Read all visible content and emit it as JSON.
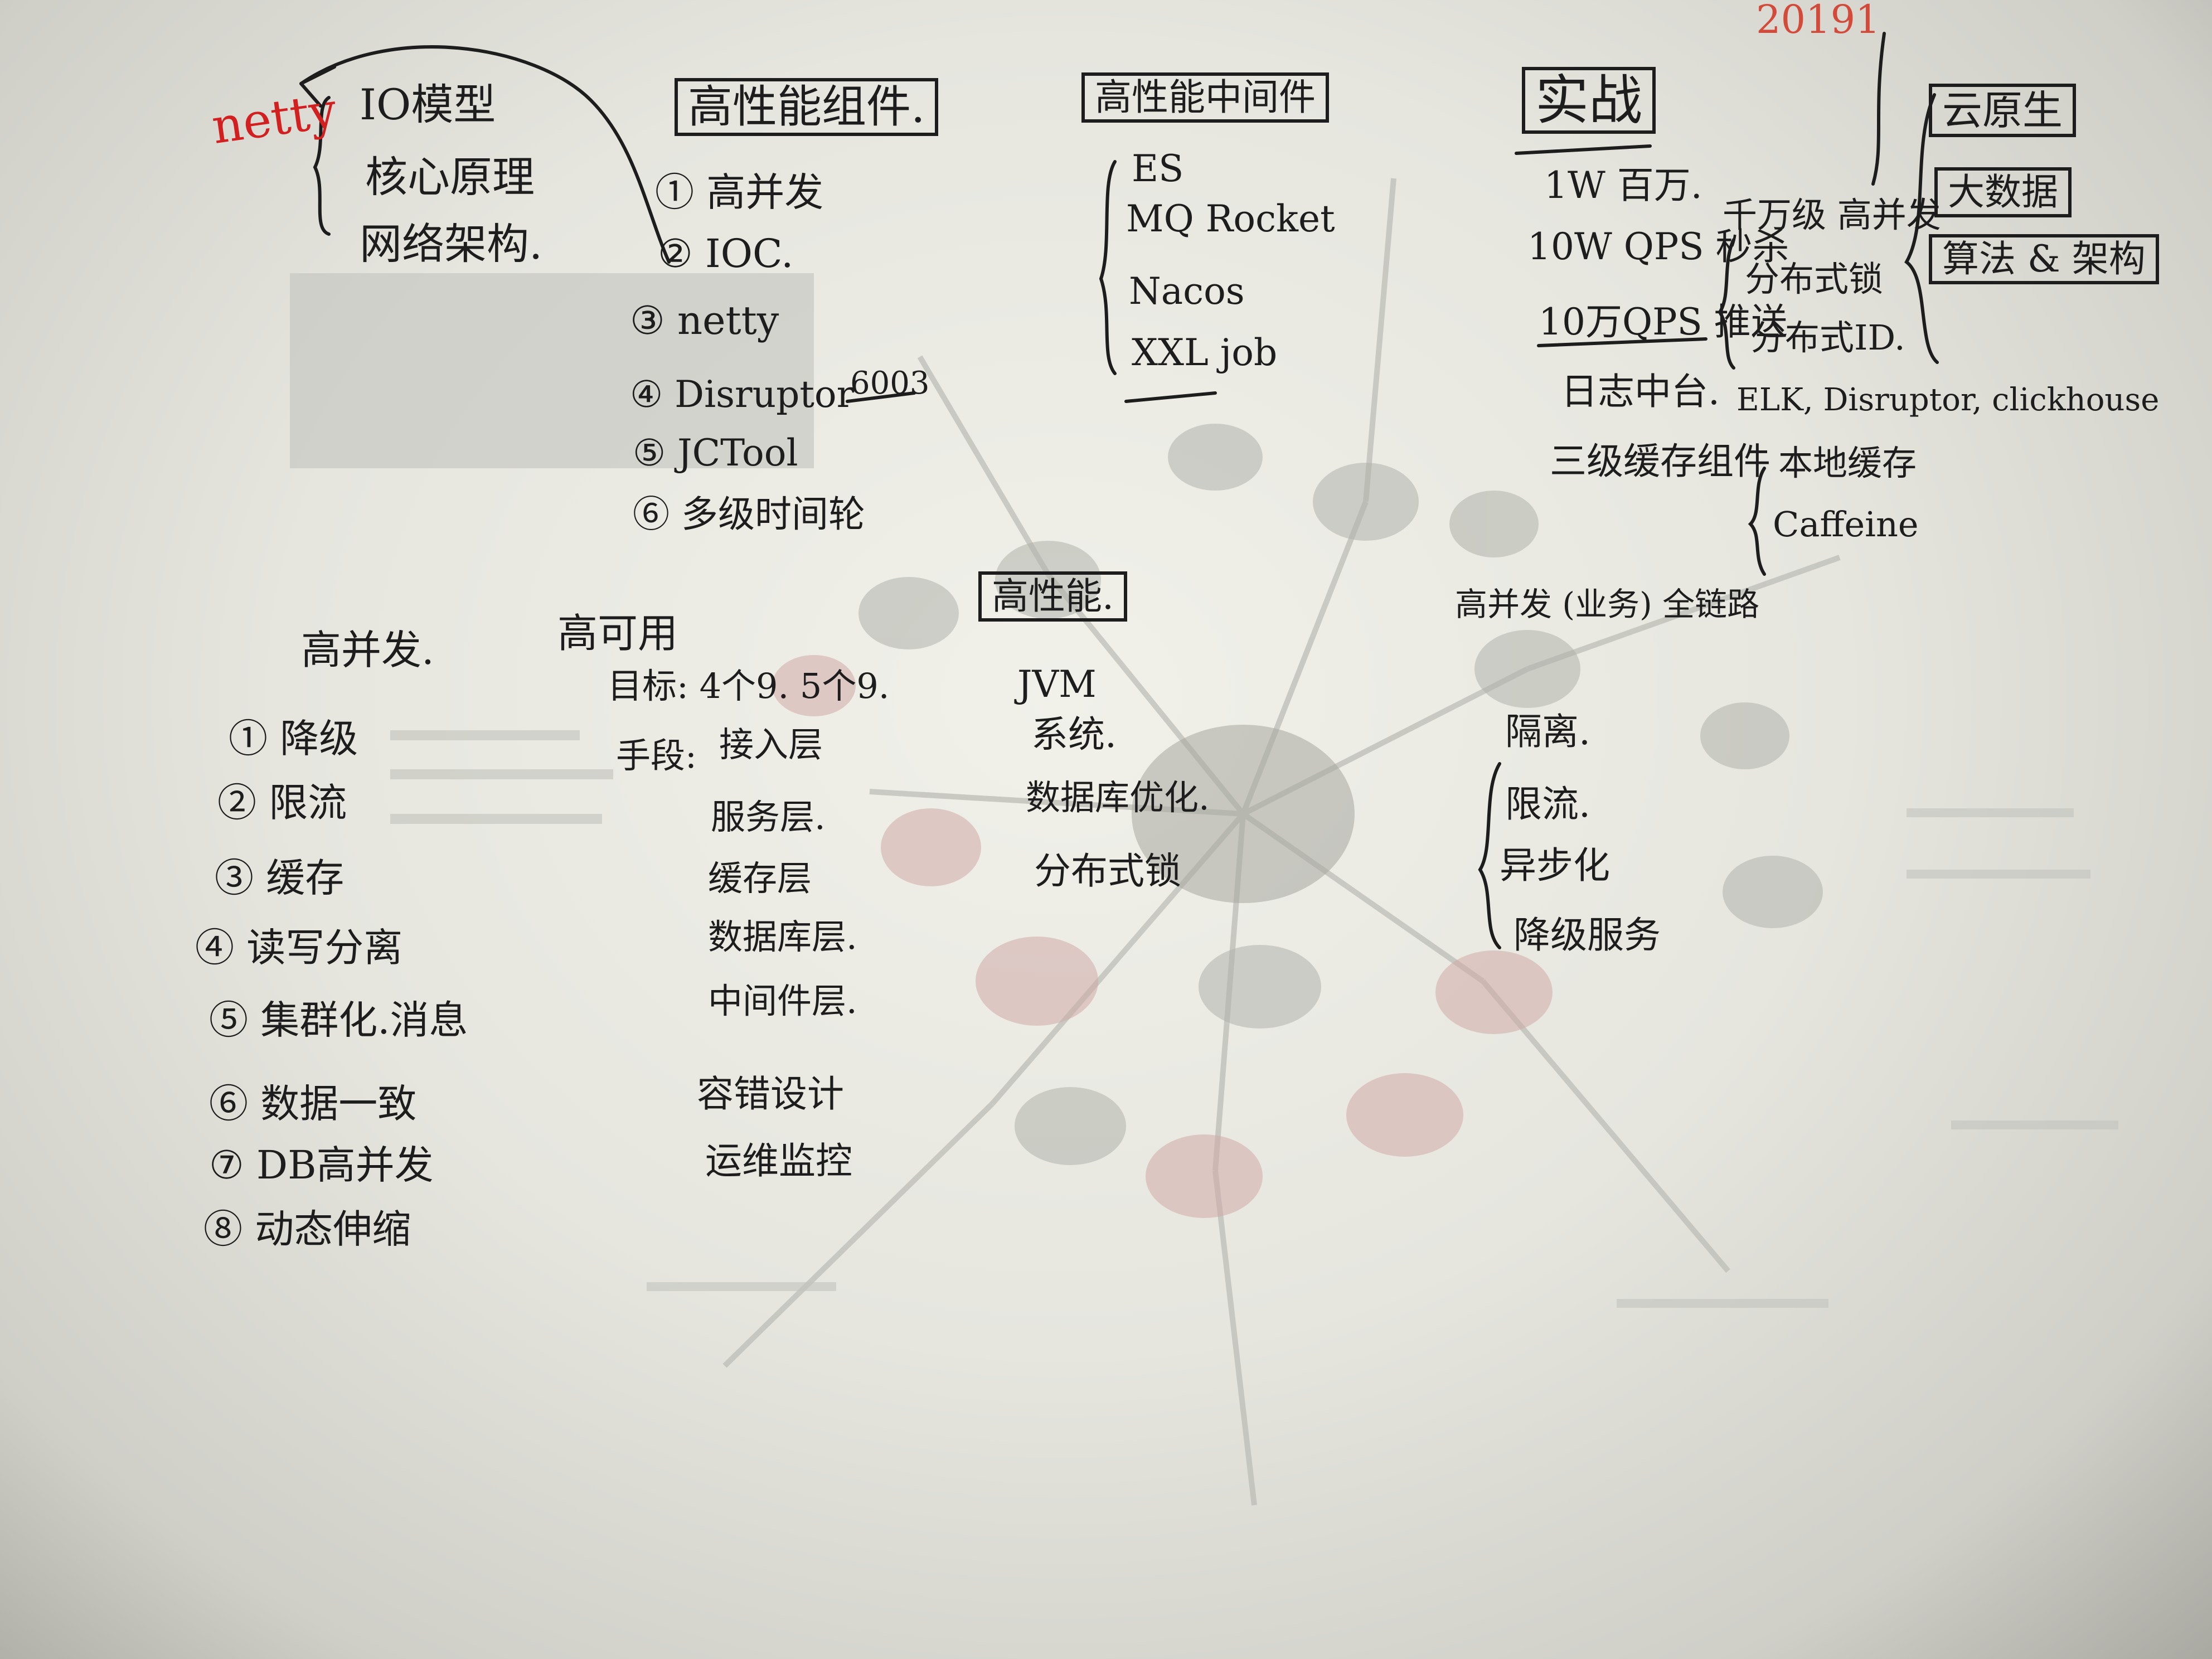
{
  "netty_block": {
    "label": "netty",
    "items": [
      "IO模型",
      "核心原理",
      "网络架构."
    ]
  },
  "gaoxingneng_zujian": {
    "title": "高性能组件.",
    "items": [
      "① 高并发",
      "② IOC.",
      "③ netty",
      "④ Disruptor",
      "⑤ JCTool",
      "⑥ 多级时间轮"
    ],
    "disruptor_note": "6003"
  },
  "zhongjianjian": {
    "title": "高性能中间件",
    "items": [
      "ES",
      "MQ Rocket",
      "Nacos",
      "XXL job"
    ]
  },
  "shizhan": {
    "title": "实战",
    "items": [
      "1W 百万.",
      "10W QPS 秒杀",
      "10万QPS 推送",
      "日志中台.",
      "三级缓存组件"
    ],
    "right_items": [
      "千万级 高并发",
      "分布式锁",
      "分布式ID."
    ],
    "log_stack": "ELK, Disruptor, clickhouse",
    "cache_items": [
      "本地缓存",
      "Caffeine"
    ]
  },
  "corner": {
    "date": "20191",
    "items": [
      "云原生",
      "大数据",
      "算法 & 架构"
    ]
  },
  "gaobingfa": {
    "title": "高并发.",
    "items": [
      "① 降级",
      "② 限流",
      "③ 缓存",
      "④ 读写分离",
      "⑤ 集群化.消息",
      "⑥ 数据一致",
      "⑦ DB高并发",
      "⑧ 动态伸缩"
    ]
  },
  "gaokeyong": {
    "title": "高可用",
    "target": "目标: 4个9. 5个9.",
    "means_label": "手段:",
    "layers": [
      "接入层",
      "服务层.",
      "缓存层",
      "数据库层.",
      "中间件层."
    ],
    "extra": [
      "容错设计",
      "运维监控"
    ]
  },
  "gaoxingneng": {
    "title": "高性能.",
    "items": [
      "JVM",
      "系统.",
      "数据库优化.",
      "分布式锁"
    ]
  },
  "gaokeyong_lianlu": {
    "title": "高并发 (业务) 全链路",
    "items": [
      "隔离.",
      "限流.",
      "异步化",
      "降级服务"
    ]
  }
}
